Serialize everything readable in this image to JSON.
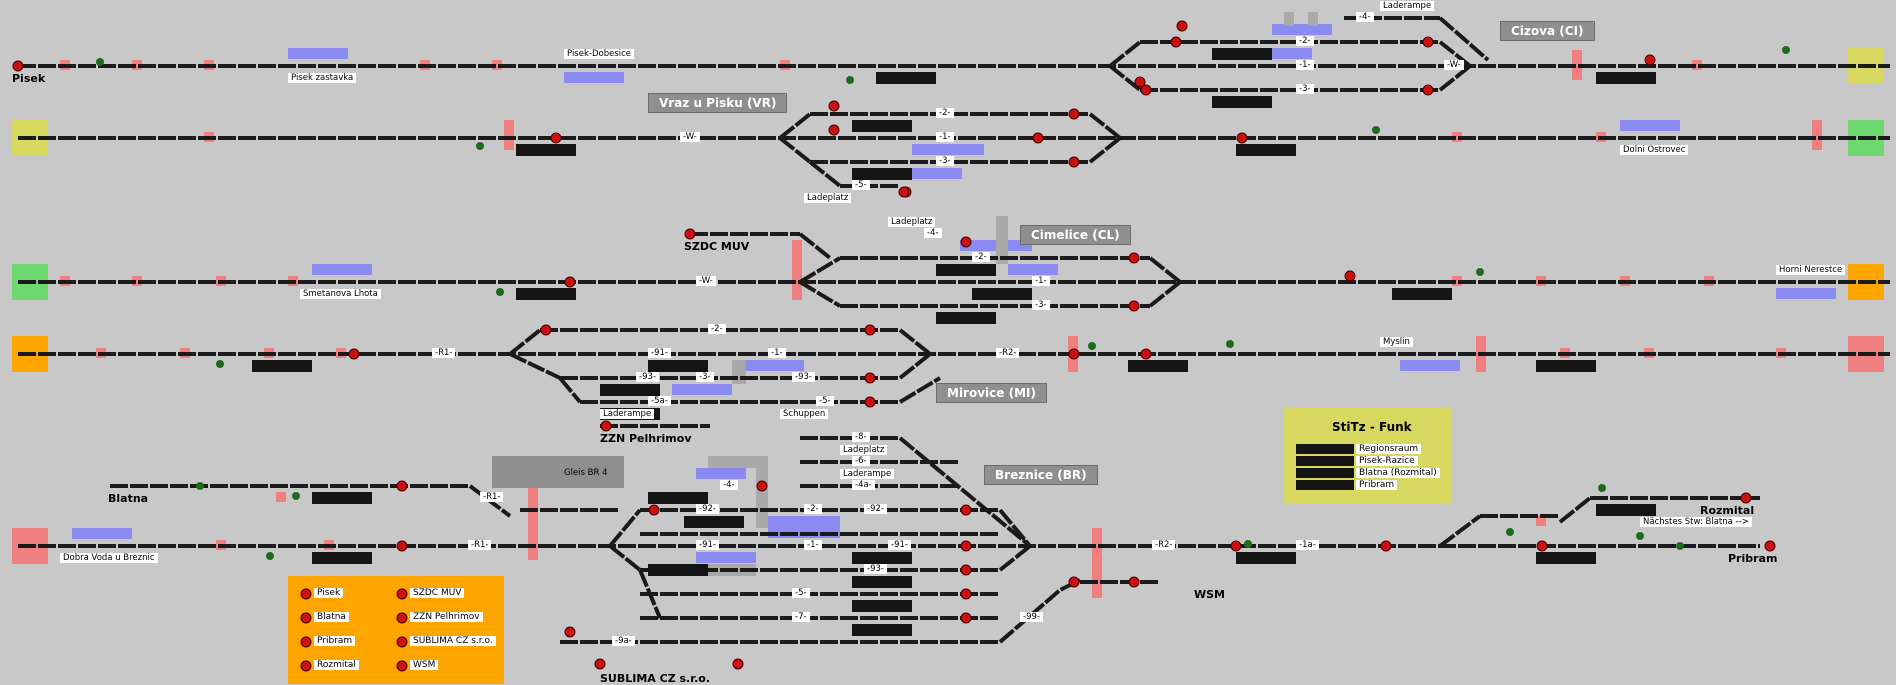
{
  "colors": {
    "background": "#c8c8c8",
    "track": "#1a1a1a",
    "signal_red": "#cc1010",
    "signal_green": "#1e6b1e",
    "platform_blue": "#8a8af0",
    "block_pink": "#f08080",
    "edge_yellow": "#d8d860",
    "edge_green": "#70d870",
    "edge_orange": "#ffa500",
    "edge_pink": "#f08080",
    "station_box": "#8f8f8f",
    "funk_panel": "#d8d860",
    "legend_panel": "#ffa500"
  },
  "stations": {
    "cizova": "Cizova (CI)",
    "vraz": "Vraz u Pisku (VR)",
    "cimelice": "Cimelice (CL)",
    "mirovice": "Mirovice (MI)",
    "breznice": "Breznice (BR)"
  },
  "places": {
    "pisek": "Pisek",
    "blatna": "Blatna",
    "rozmital": "Rozmital",
    "pribram": "Pribram",
    "szdc_muv": "SZDC MUV",
    "zzn": "ZZN Pelhrimov",
    "sublima": "SUBLIMA CZ s.r.o.",
    "wsm": "WSM"
  },
  "labels": {
    "laderampe_top": "Laderampe",
    "pisek_dobesice": "Pisek-Dobesice",
    "pisek_zastavka": "Pisek zastavka",
    "dolni_ostrovec": "Dolni Ostrovec",
    "ladeplatz_vr": "Ladeplatz",
    "ladeplatz_cl": "Ladeplatz",
    "smetanova_lhota": "Smetanova Lhota",
    "horni_nerestce": "Horni Nerestce",
    "myslin": "Myslin",
    "laderampe_mi": "Laderampe",
    "schuppen": "Schuppen",
    "gleis_br4": "Gleis BR 4",
    "ladeplatz_br": "Ladeplatz",
    "laderampe_br": "Laderampe",
    "dobra_voda": "Dobra Voda u Breznic",
    "nachstes": "Nächstes Stw: Blatna -->"
  },
  "track_marks": {
    "w1": "-W-",
    "w2": "-W-",
    "w3": "-W-",
    "r1a": "-R1-",
    "r2a": "-R2-",
    "r1b": "-R1-",
    "r1c": "-R1-",
    "r2b": "-R2-",
    "t1": "-1-",
    "t2": "-2-",
    "t3": "-3-",
    "t4": "-4-",
    "vr1": "-1-",
    "vr2": "-2-",
    "vr3": "-3-",
    "vr5": "-5-",
    "cl1": "-1-",
    "cl2": "-2-",
    "cl3": "-3-",
    "cl4": "-4-",
    "mi1": "-1-",
    "mi2": "-2-",
    "mi3": "-3-",
    "mi5": "-5-",
    "mi91": "-91-",
    "mi93": "-93-",
    "mi93b": "-93-",
    "mi5a": "-5a-",
    "br1": "-1-",
    "br2": "-2-",
    "br4": "-4-",
    "br5": "-5-",
    "br7": "-7-",
    "br8": "-8-",
    "br6": "-6-",
    "br4a": "-4a-",
    "br91": "-91-",
    "br91b": "-91-",
    "br92": "-92-",
    "br92b": "-92-",
    "br93": "-93-",
    "br9a": "-9a-",
    "br99": "-99-",
    "br1a": "-1a-"
  },
  "funk": {
    "title": "StiTz - Funk",
    "items": [
      "Regionsraum",
      "Pisek-Razice",
      "Blatna (Rozmital)",
      "Pribram"
    ]
  },
  "legend": {
    "left": [
      "Pisek",
      "Blatna",
      "Pribram",
      "Rozmital"
    ],
    "right": [
      "SZDC MUV",
      "ZZN Pelhrimov",
      "SUBLIMA CZ s.r.o.",
      "WSM"
    ]
  }
}
